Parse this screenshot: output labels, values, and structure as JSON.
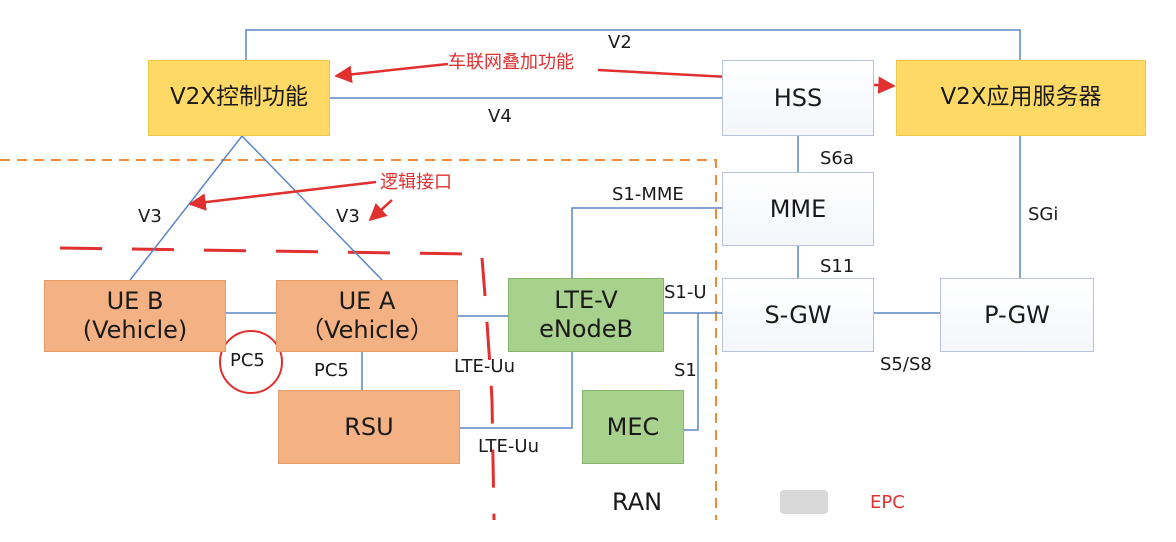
{
  "nodes": {
    "v2x_control": "V2X控制功能",
    "v2x_app_server": "V2X应用服务器",
    "hss": "HSS",
    "mme": "MME",
    "sgw": "S-GW",
    "pgw": "P-GW",
    "ue_b": [
      "UE B",
      "(Vehicle)"
    ],
    "ue_a": [
      "UE A",
      "（Vehicle）"
    ],
    "lte_v": [
      "LTE-V",
      "eNodeB"
    ],
    "rsu": "RSU",
    "mec": "MEC"
  },
  "interfaces": {
    "v2": "V2",
    "v4": "V4",
    "v3_left": "V3",
    "v3_right": "V3",
    "s6a": "S6a",
    "s1_mme": "S1-MME",
    "s1_u": "S1-U",
    "s11": "S11",
    "sgi": "SGi",
    "s5s8": "S5/S8",
    "s1": "S1",
    "pc5_circled": "PC5",
    "pc5": "PC5",
    "lte_uu_1": "LTE-Uu",
    "lte_uu_2": "LTE-Uu"
  },
  "annotations": {
    "overlay": "车联网叠加功能",
    "logic_interface": "逻辑接口"
  },
  "regions": {
    "ran": "RAN",
    "epc": "EPC"
  },
  "colors": {
    "annotation_red": "#e03030",
    "dashed_orange": "#f08c3c",
    "link_blue": "#5b87c5"
  }
}
